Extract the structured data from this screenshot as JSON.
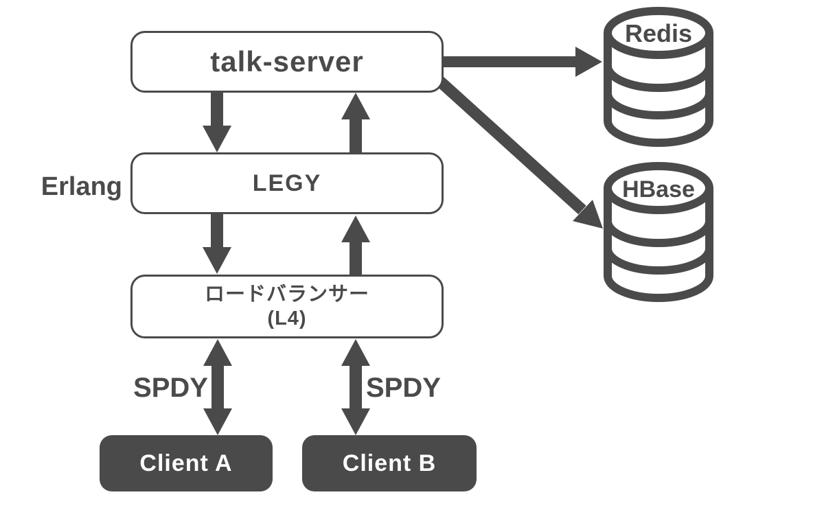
{
  "page": {
    "background": "#ffffff"
  },
  "diagram": {
    "colors": {
      "ink": "#4a4a4a",
      "node_fill": "#ffffff",
      "node_border": "#4a4a4a",
      "client_fill": "#4a4a4a",
      "client_text": "#ffffff"
    },
    "nodes": {
      "talk_server": {
        "label": "talk-server"
      },
      "legy": {
        "label": "LEGY"
      },
      "load_balancer": {
        "line1": "ロードバランサー",
        "line2": "(L4)"
      },
      "client_a": {
        "label": "Client A"
      },
      "client_b": {
        "label": "Client B"
      }
    },
    "datastores": {
      "redis": {
        "label": "Redis"
      },
      "hbase": {
        "label": "HBase"
      }
    },
    "labels": {
      "erlang": "Erlang",
      "spdy_left": "SPDY",
      "spdy_right": "SPDY"
    },
    "edges": [
      {
        "from": "talk-server",
        "to": "legy",
        "direction": "down"
      },
      {
        "from": "legy",
        "to": "talk-server",
        "direction": "up"
      },
      {
        "from": "legy",
        "to": "load-balancer",
        "direction": "down"
      },
      {
        "from": "load-balancer",
        "to": "legy",
        "direction": "up"
      },
      {
        "from": "load-balancer",
        "to": "client-a",
        "direction": "both",
        "protocol": "SPDY"
      },
      {
        "from": "load-balancer",
        "to": "client-b",
        "direction": "both",
        "protocol": "SPDY"
      },
      {
        "from": "talk-server",
        "to": "redis",
        "direction": "right"
      },
      {
        "from": "talk-server",
        "to": "hbase",
        "direction": "down-right"
      }
    ]
  }
}
